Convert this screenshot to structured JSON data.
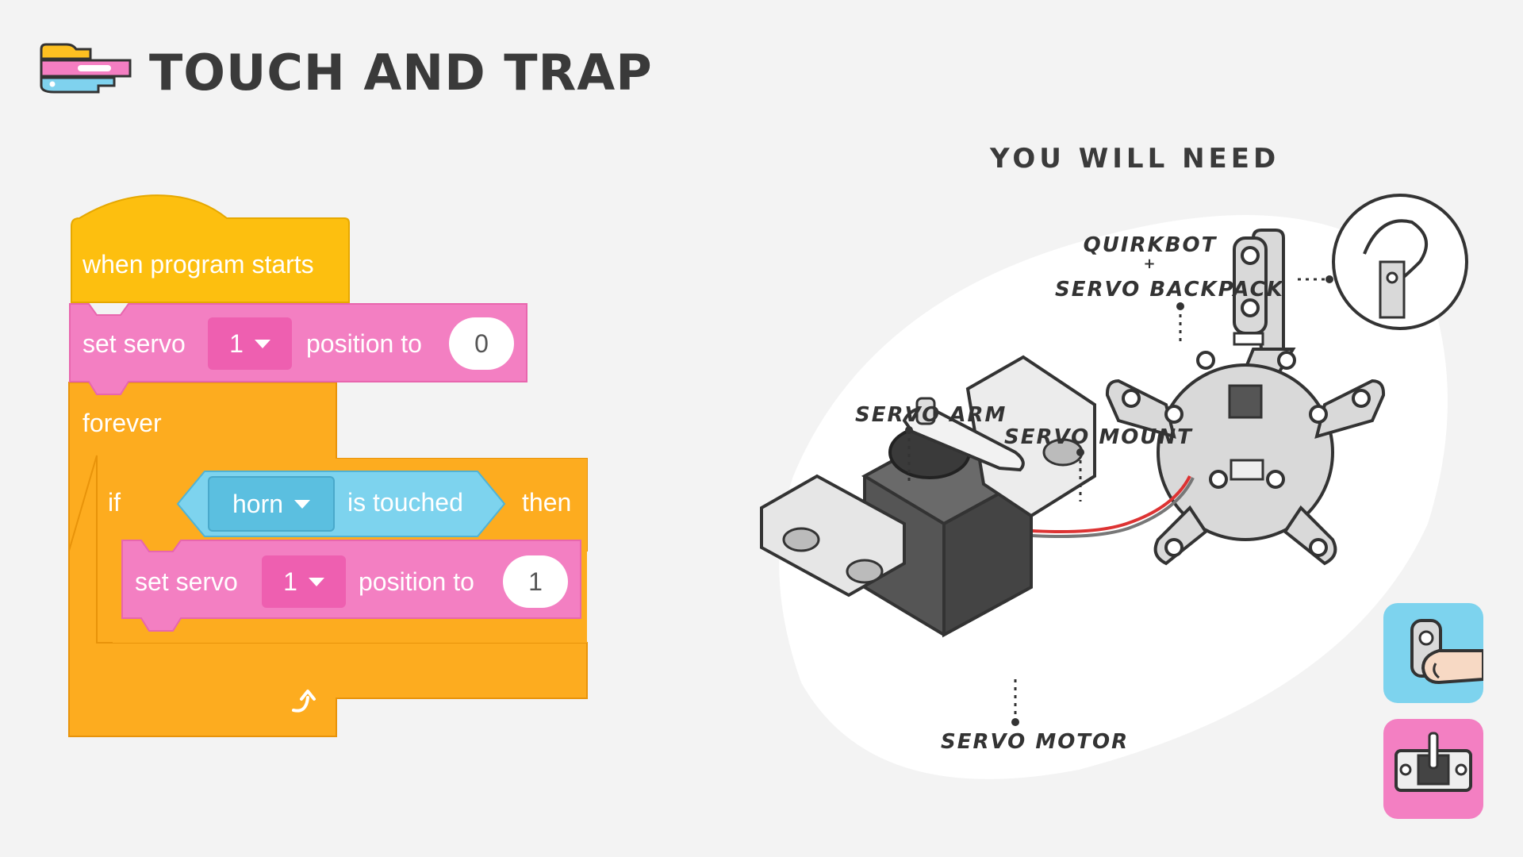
{
  "header": {
    "title": "TOUCH AND TRAP"
  },
  "code_blocks": {
    "hat": "when program starts",
    "set_servo_1": {
      "prefix": "set servo",
      "servo": "1",
      "middle": "position to",
      "value": "0"
    },
    "forever": "forever",
    "if_block": {
      "if": "if",
      "sensor": "horn",
      "condition": "is touched",
      "then": "then"
    },
    "set_servo_2": {
      "prefix": "set servo",
      "servo": "1",
      "middle": "position to",
      "value": "1"
    }
  },
  "you_will_need": {
    "heading": "YOU WILL NEED",
    "labels": {
      "quirkbot": "QUIRKBOT",
      "plus": "+",
      "backpack": "SERVO BACKPACK",
      "arm": "SERVO ARM",
      "mount": "SERVO MOUNT",
      "motor": "SERVO MOTOR"
    }
  },
  "colors": {
    "event_yellow": "#fdbf0f",
    "control_orange": "#fdac1f",
    "action_pink": "#f37fc2",
    "sensor_cyan": "#7dd3ee",
    "background": "#f3f3f3"
  }
}
